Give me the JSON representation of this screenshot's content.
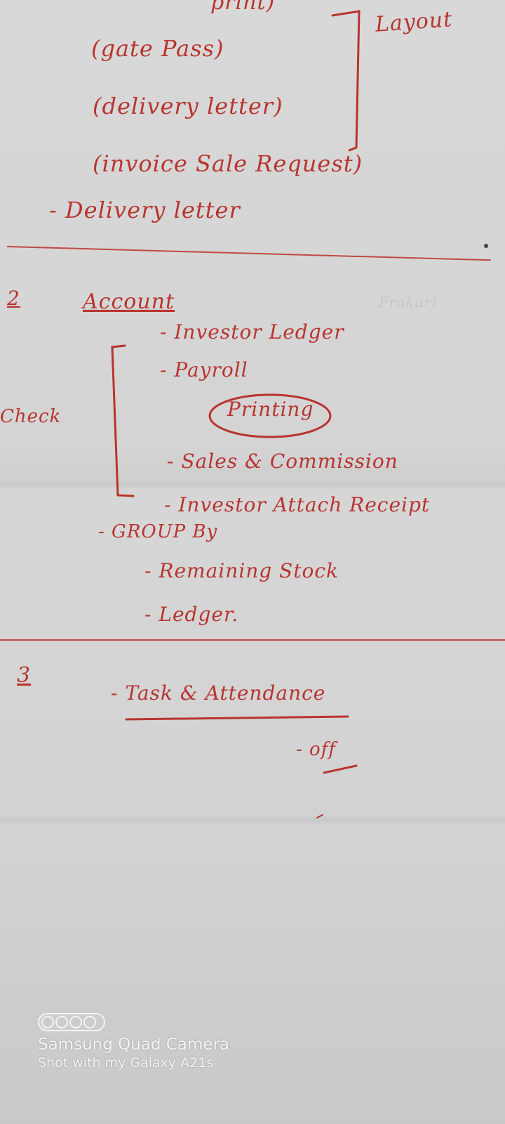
{
  "notes": {
    "top_line": "print)",
    "layout_items": [
      "(gate Pass)",
      "(delivery letter)"
    ],
    "layout_label": "Layout",
    "invoice_line": "(invoice Sale Request)",
    "delivery_line": "- Delivery letter",
    "section2": {
      "number": "2",
      "heading": "Account",
      "items": [
        "- Investor Ledger",
        "- Payroll",
        "Printing",
        "- Sales & Commission",
        "- Investor Attach Receipt",
        "- GROUP By",
        "- Remaining Stock",
        "- Ledger."
      ],
      "margin_note": "Check",
      "faint_note": "Frakar)"
    },
    "section3": {
      "number": "3",
      "items": [
        "- Task & Attendance",
        "- off"
      ]
    }
  },
  "watermark": {
    "title": "Samsung Quad Camera",
    "subtitle": "Shot with my Galaxy A21s"
  },
  "colors": {
    "ink": "#b8342f",
    "paper": "#d6d6d6",
    "watermark": "#f4f4f4"
  }
}
